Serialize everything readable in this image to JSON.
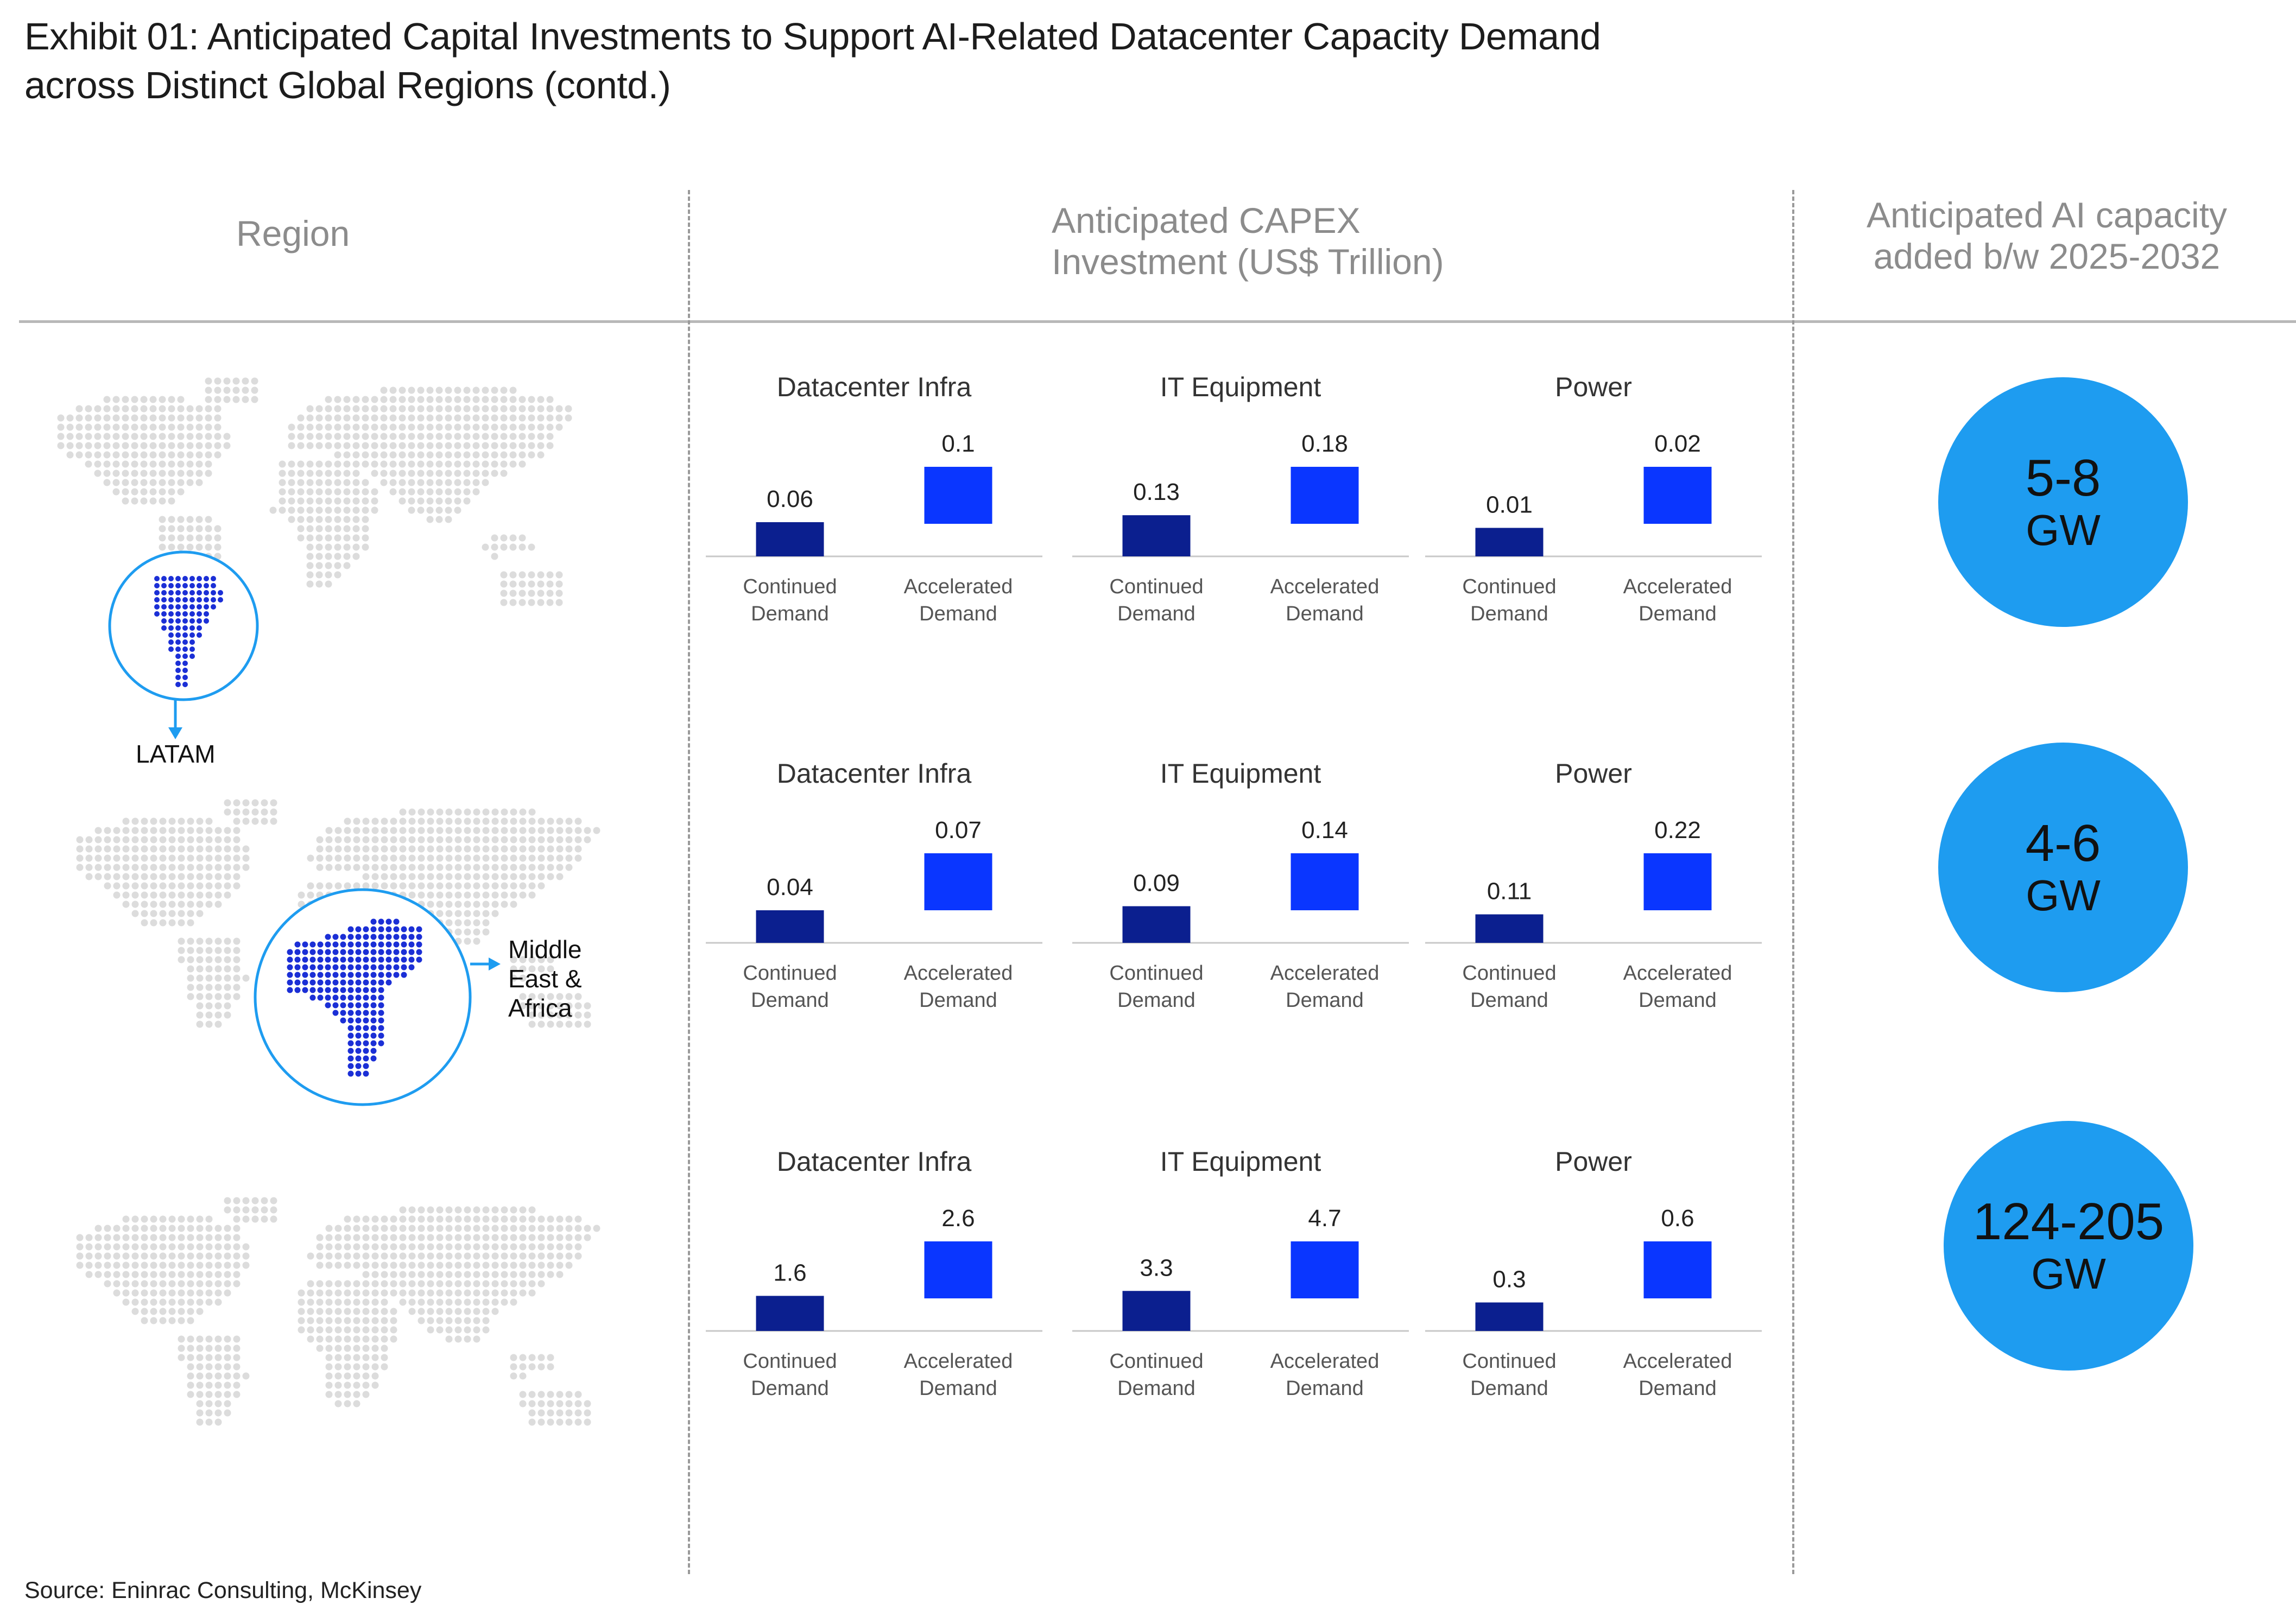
{
  "title_line1": "Exhibit 01: Anticipated Capital Investments to Support AI-Related Datacenter Capacity Demand",
  "title_line2": "across Distinct Global Regions (contd.)",
  "headers": {
    "region": "Region",
    "capex_line1": "Anticipated CAPEX",
    "capex_line2": "Investment (US$ Trillion)",
    "capacity_line1": "Anticipated AI capacity",
    "capacity_line2": "added b/w 2025-2032"
  },
  "regions": [
    {
      "label_lines": [
        "LATAM"
      ]
    },
    {
      "label_lines": [
        "Middle",
        "East &",
        "Africa"
      ]
    },
    {
      "label_lines": []
    }
  ],
  "capacity": [
    {
      "value": "5-8",
      "unit": "GW"
    },
    {
      "value": "4-6",
      "unit": "GW"
    },
    {
      "value": "124-205",
      "unit": "GW"
    }
  ],
  "colors": {
    "continued": "#0b1f8f",
    "accelerated": "#0a36ff",
    "circle": "#1e9cf0",
    "map_dot": "#dcdcdc",
    "region_dot": "#1b2fd6"
  },
  "source": "Source: Eninrac Consulting, McKinsey",
  "chart_data": [
    {
      "type": "bar",
      "categories": [
        "Continued Demand",
        "Accelerated Demand"
      ],
      "category_lines": [
        [
          "Continued",
          "Demand"
        ],
        [
          "Accelerated",
          "Demand"
        ]
      ],
      "panels": [
        {
          "title": "Datacenter Infra",
          "values": [
            0.06,
            0.1
          ],
          "labels": [
            "0.06",
            "0.1"
          ]
        },
        {
          "title": "IT Equipment",
          "values": [
            0.13,
            0.18
          ],
          "labels": [
            "0.13",
            "0.18"
          ]
        },
        {
          "title": "Power",
          "values": [
            0.01,
            0.02
          ],
          "labels": [
            "0.01",
            "0.02"
          ]
        }
      ]
    },
    {
      "type": "bar",
      "categories": [
        "Continued Demand",
        "Accelerated Demand"
      ],
      "category_lines": [
        [
          "Continued",
          "Demand"
        ],
        [
          "Accelerated",
          "Demand"
        ]
      ],
      "panels": [
        {
          "title": "Datacenter Infra",
          "values": [
            0.04,
            0.07
          ],
          "labels": [
            "0.04",
            "0.07"
          ]
        },
        {
          "title": "IT Equipment",
          "values": [
            0.09,
            0.14
          ],
          "labels": [
            "0.09",
            "0.14"
          ]
        },
        {
          "title": "Power",
          "values": [
            0.11,
            0.22
          ],
          "labels": [
            "0.11",
            "0.22"
          ]
        }
      ]
    },
    {
      "type": "bar",
      "categories": [
        "Continued Demand",
        "Accelerated Demand"
      ],
      "category_lines": [
        [
          "Continued",
          "Demand"
        ],
        [
          "Accelerated",
          "Demand"
        ]
      ],
      "panels": [
        {
          "title": "Datacenter Infra",
          "values": [
            1.6,
            2.6
          ],
          "labels": [
            "1.6",
            "2.6"
          ]
        },
        {
          "title": "IT Equipment",
          "values": [
            3.3,
            4.7
          ],
          "labels": [
            "3.3",
            "4.7"
          ]
        },
        {
          "title": "Power",
          "values": [
            0.3,
            0.6
          ],
          "labels": [
            "0.3",
            "0.6"
          ]
        }
      ]
    }
  ]
}
